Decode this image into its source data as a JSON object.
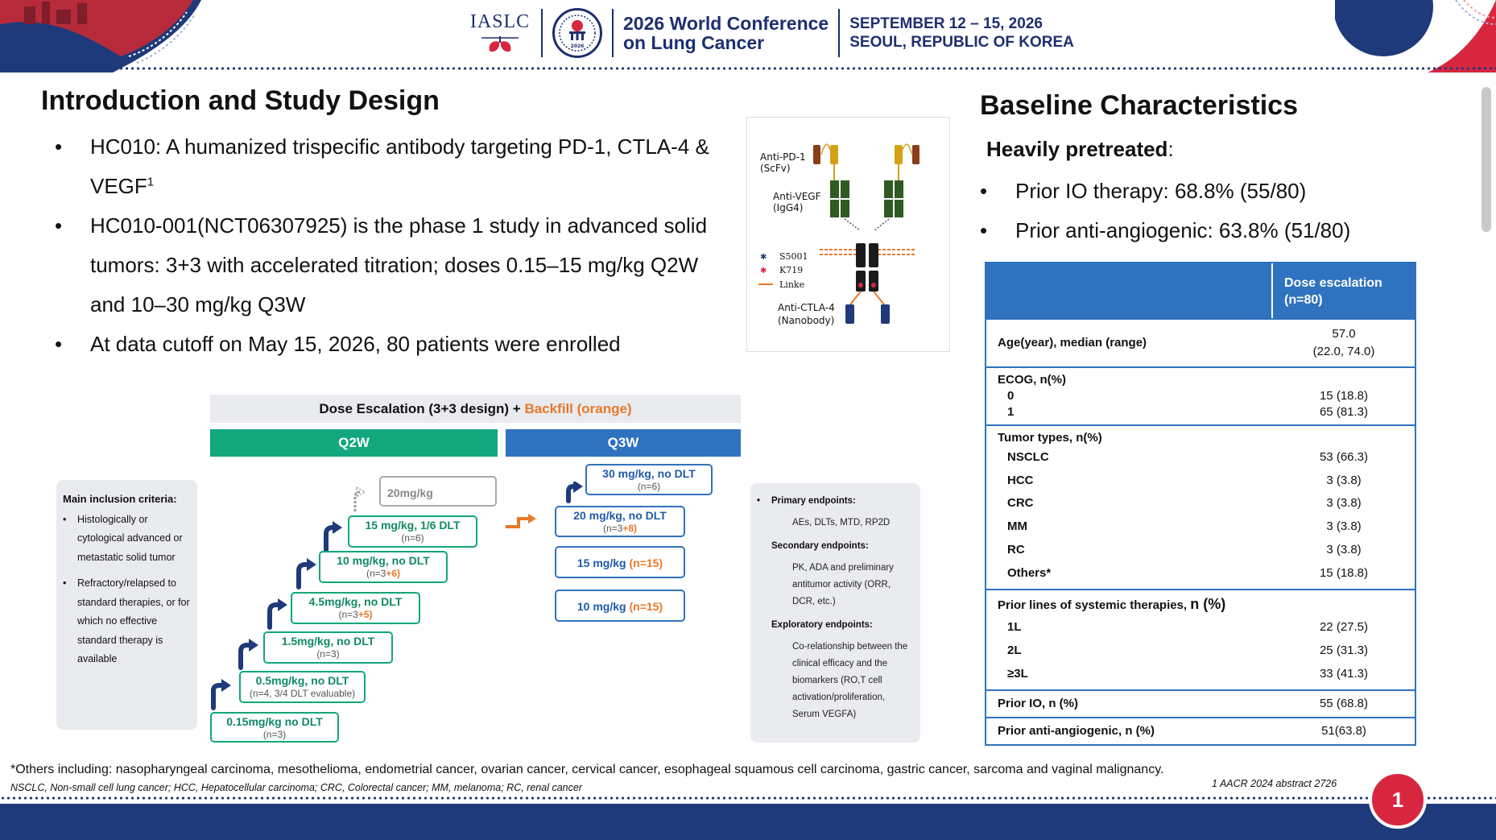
{
  "header": {
    "org": "IASLC",
    "seal_year": "2026",
    "conf_line1": "2026 World Conference",
    "conf_line2": "on Lung Cancer",
    "date_line1": "SEPTEMBER 12 – 15, 2026",
    "date_line2": "SEOUL, REPUBLIC OF KOREA"
  },
  "intro": {
    "title": "Introduction and Study Design",
    "bullet1_pre": "HC010: A humanized trispecific antibody targeting PD-1, CTLA-4 &",
    "bullet1_post": "VEGF",
    "bullet1_sup": "1",
    "bullet2_line1": "HC010-001(NCT06307925) is the phase 1 study in advanced solid",
    "bullet2_line2": "tumors: 3+3 with accelerated titration; doses 0.15–15 mg/kg Q2W",
    "bullet2_line3": "and 10–30 mg/kg Q3W",
    "bullet3": "At data cutoff on May 15, 2026, 80 patients were enrolled",
    "bullet_glyph": "•"
  },
  "antibody": {
    "pd1": "Anti-PD-1",
    "pd1_sub": "(ScFv)",
    "vegf": "Anti-VEGF",
    "vegf_sub": "(IgG4)",
    "s5001": "S5001",
    "k719": "K719",
    "linker": "Linke",
    "ctla4": "Anti-CTLA-4",
    "ctla4_sub": "(Nanobody)",
    "colors": {
      "pd1": "#d4a016",
      "pd1_dark": "#8b3d1a",
      "vegf": "#2f5b22",
      "fc": "#1a1a1a",
      "ctla4": "#1f3a7a",
      "linker": "#e8782a",
      "mark_blue": "#1f3a7a",
      "mark_red": "#d8263f"
    }
  },
  "dose": {
    "header_main": "Dose Escalation (3+3 design) + ",
    "header_orange": "Backfill (orange)",
    "q2w_label": "Q2W",
    "q3w_label": "Q3W",
    "q2w_steps": [
      {
        "label": "0.15mg/kg no DLT",
        "sub": "(n=3)",
        "sub_orange": ""
      },
      {
        "label": "0.5mg/kg, no DLT",
        "sub": "(n=4, 3/4 DLT evaluable)",
        "sub_orange": ""
      },
      {
        "label": "1.5mg/kg, no DLT",
        "sub": "(n=3)",
        "sub_orange": ""
      },
      {
        "label": "4.5mg/kg, no DLT",
        "sub": "(n=3",
        "sub_orange": "+5)"
      },
      {
        "label": "10 mg/kg, no DLT",
        "sub": "(n=3",
        "sub_orange": "+6)"
      },
      {
        "label": "15 mg/kg, 1/6 DLT",
        "sub": "(n=6)",
        "sub_orange": ""
      }
    ],
    "q2w_top": "20mg/kg",
    "q3w_steps": [
      {
        "label": "30 mg/kg, no DLT",
        "sub": "(n=6)",
        "sub_orange": ""
      },
      {
        "label": "20 mg/kg, no DLT",
        "sub": "(n=3",
        "sub_orange": "+8)"
      },
      {
        "label": "15 mg/kg ",
        "sub": "",
        "sub_orange": "(n=15)"
      },
      {
        "label": "10 mg/kg ",
        "sub": "",
        "sub_orange": "(n=15)"
      }
    ],
    "inclusion": {
      "title": "Main inclusion criteria:",
      "item1": "Histologically or cytological advanced or metastatic solid tumor",
      "item2": "Refractory/relapsed to standard therapies, or for which no effective standard therapy is available"
    },
    "endpoints": {
      "primary_title": "Primary endpoints:",
      "primary_body": "AEs, DLTs, MTD, RP2D",
      "secondary_title": "Secondary endpoints:",
      "secondary_body": "PK, ADA and preliminary antitumor activity (ORR, DCR, etc.)",
      "exploratory_title": "Exploratory endpoints:",
      "exploratory_body": "Co-relationship between the clinical efficacy and the biomarkers (RO,T cell activation/proliferation, Serum VEGFA)"
    }
  },
  "baseline": {
    "title": "Baseline Characteristics",
    "pretreated_label": "Heavily pretreated",
    "pretreated_colon": ":",
    "bullet_io": "Prior IO therapy: 68.8% (55/80)",
    "bullet_aa": "Prior anti-angiogenic: 63.8% (51/80)",
    "col_header": "Dose escalation",
    "col_header_n": "(n=80)",
    "age_label": "Age(year), median (range)",
    "age_value": "57.0",
    "age_range": "(22.0, 74.0)",
    "ecog_label": "ECOG, n(%)",
    "ecog": [
      {
        "label": "0",
        "value": "15 (18.8)"
      },
      {
        "label": "1",
        "value": "65 (81.3)"
      }
    ],
    "tumor_label": "Tumor types, n(%)",
    "tumor": [
      {
        "label": "NSCLC",
        "value": "53 (66.3)"
      },
      {
        "label": "HCC",
        "value": "3 (3.8)"
      },
      {
        "label": "CRC",
        "value": "3 (3.8)"
      },
      {
        "label": "MM",
        "value": "3 (3.8)"
      },
      {
        "label": "RC",
        "value": "3 (3.8)"
      },
      {
        "label": "Others*",
        "value": "15 (18.8)"
      }
    ],
    "lines_label": "Prior lines of systemic therapies, ",
    "lines_label_n": "n (%)",
    "lines": [
      {
        "label": "1L",
        "value": "22 (27.5)"
      },
      {
        "label": "2L",
        "value": "25 (31.3)"
      },
      {
        "label": "≥3L",
        "value": "33 (41.3)"
      }
    ],
    "prior_io_label": "Prior IO, n (%)",
    "prior_io_value": "55 (68.8)",
    "prior_aa_label": "Prior anti-angiogenic, n (%)",
    "prior_aa_value": "51(63.8)"
  },
  "footer": {
    "others_note": "*Others including: nasopharyngeal carcinoma, mesothelioma, endometrial cancer, ovarian cancer, cervical cancer,  esophageal squamous cell carcinoma, gastric cancer, sarcoma and vaginal malignancy.",
    "abbrev": "NSCLC, Non-small cell lung cancer; HCC, Hepatocellular carcinoma; CRC, Colorectal cancer;  MM, melanoma; RC, renal cancer",
    "reference": "1 AACR 2024 abstract 2726",
    "page_number": "1"
  },
  "theme": {
    "navy": "#1f3a7a",
    "red": "#d8263f",
    "green": "#12a77d",
    "blue": "#2f72bf",
    "orange": "#e8782a"
  }
}
